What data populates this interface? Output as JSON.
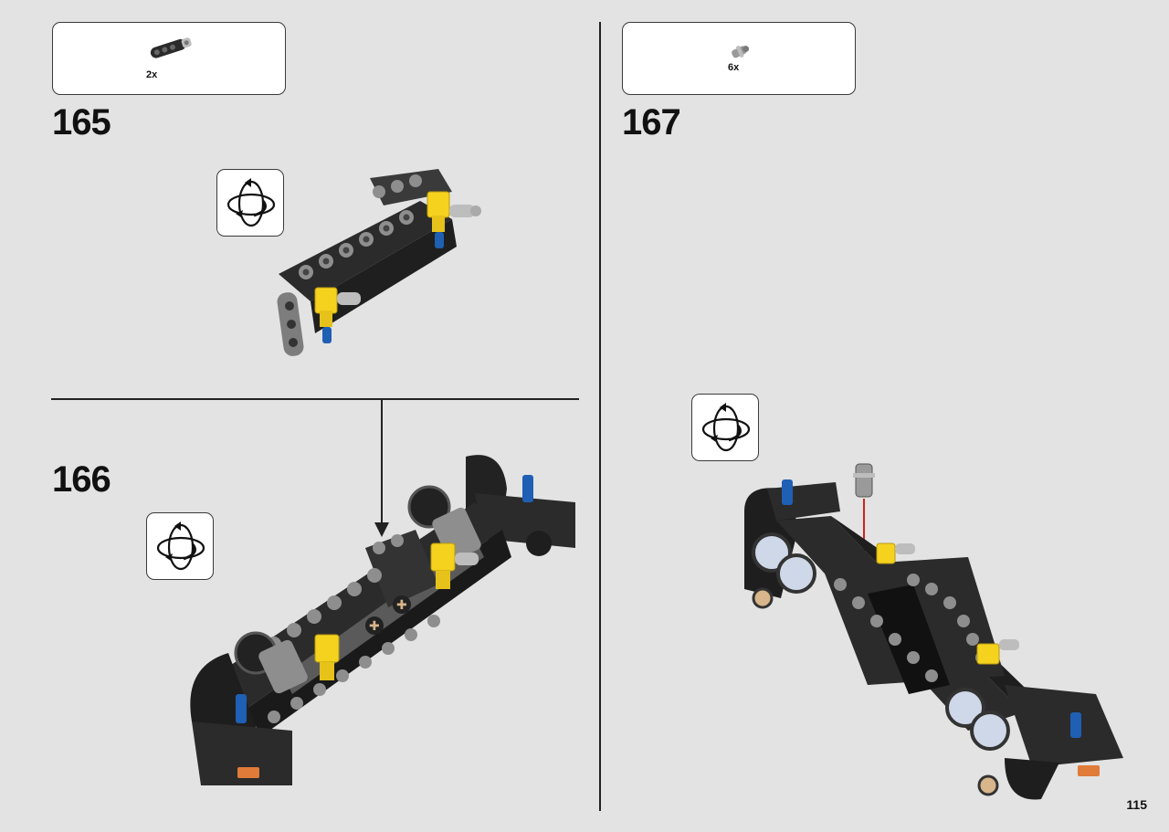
{
  "page": {
    "number": "115"
  },
  "steps": [
    {
      "number": "165",
      "parts_qty": "2x",
      "part_icon": "black-beam-with-pin-icon"
    },
    {
      "number": "166"
    },
    {
      "number": "167",
      "parts_qty": "6x",
      "part_icon": "gray-pin-icon"
    }
  ],
  "icons": {
    "rotate": "rotate-model-icon"
  },
  "colors": {
    "background": "#e3e3e3",
    "brick_black": "#2b2b2b",
    "brick_gray": "#8e8e8e",
    "brick_yellow": "#f5d21e",
    "brick_blue": "#1f5fb4",
    "insertion_arrow": "#d81e1e",
    "tan": "#d8b58a"
  }
}
